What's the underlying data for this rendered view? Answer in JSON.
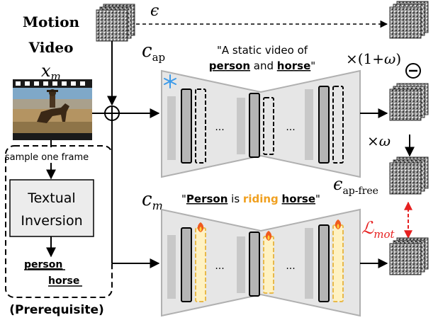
{
  "left_panel": {
    "title_line1": "Motion",
    "title_line2": "Video",
    "video_var": "x",
    "video_var_sub": "m",
    "sample_label": "sample one frame",
    "ti_line1": "Textual",
    "ti_line2": "Inversion",
    "token1": "person",
    "token2": "horse",
    "prereq_label": "(Prerequisite)"
  },
  "noise": {
    "epsilon": "ϵ"
  },
  "top_unet": {
    "cond_letter": "c",
    "cond_sub": "ap",
    "prompt_open": "\"A static video of",
    "prompt_token1": "person",
    "prompt_and": " and ",
    "prompt_token2": "horse",
    "prompt_close": "\"",
    "frozen_icon": "snowflake-icon",
    "dots": "..."
  },
  "bottom_unet": {
    "cond_letter": "c",
    "cond_sub": "m",
    "prompt_open": "\"",
    "prompt_token1": "Person",
    "prompt_is": " is ",
    "prompt_verb": "riding",
    "prompt_space": " ",
    "prompt_token2": "horse",
    "prompt_close": "\"",
    "trainable_icon": "fire-icon",
    "dots": "..."
  },
  "right_panel": {
    "scale1_prefix": "×(1+",
    "scale1_omega": "ω",
    "scale1_suffix": ")",
    "minus_symbol": "−",
    "scale2_prefix": "×",
    "scale2_omega": "ω",
    "eps_apfree": "ϵ",
    "eps_apfree_sub": "ap-free",
    "loss_letter": "ℒ",
    "loss_sub": "mot"
  },
  "colors": {
    "unet_fill": "#e6e6e6",
    "unet_stroke": "#b0b0b0",
    "block_grey": "#c8c8c8",
    "block_dark": "#b5b5b5",
    "trainable_fill": "#fff2c2",
    "trainable_stroke": "#e8b94a",
    "loss_red": "#e62020",
    "riding_orange": "#f0a020",
    "snowflake_blue": "#3d9be9",
    "box_fill": "#ececec"
  }
}
